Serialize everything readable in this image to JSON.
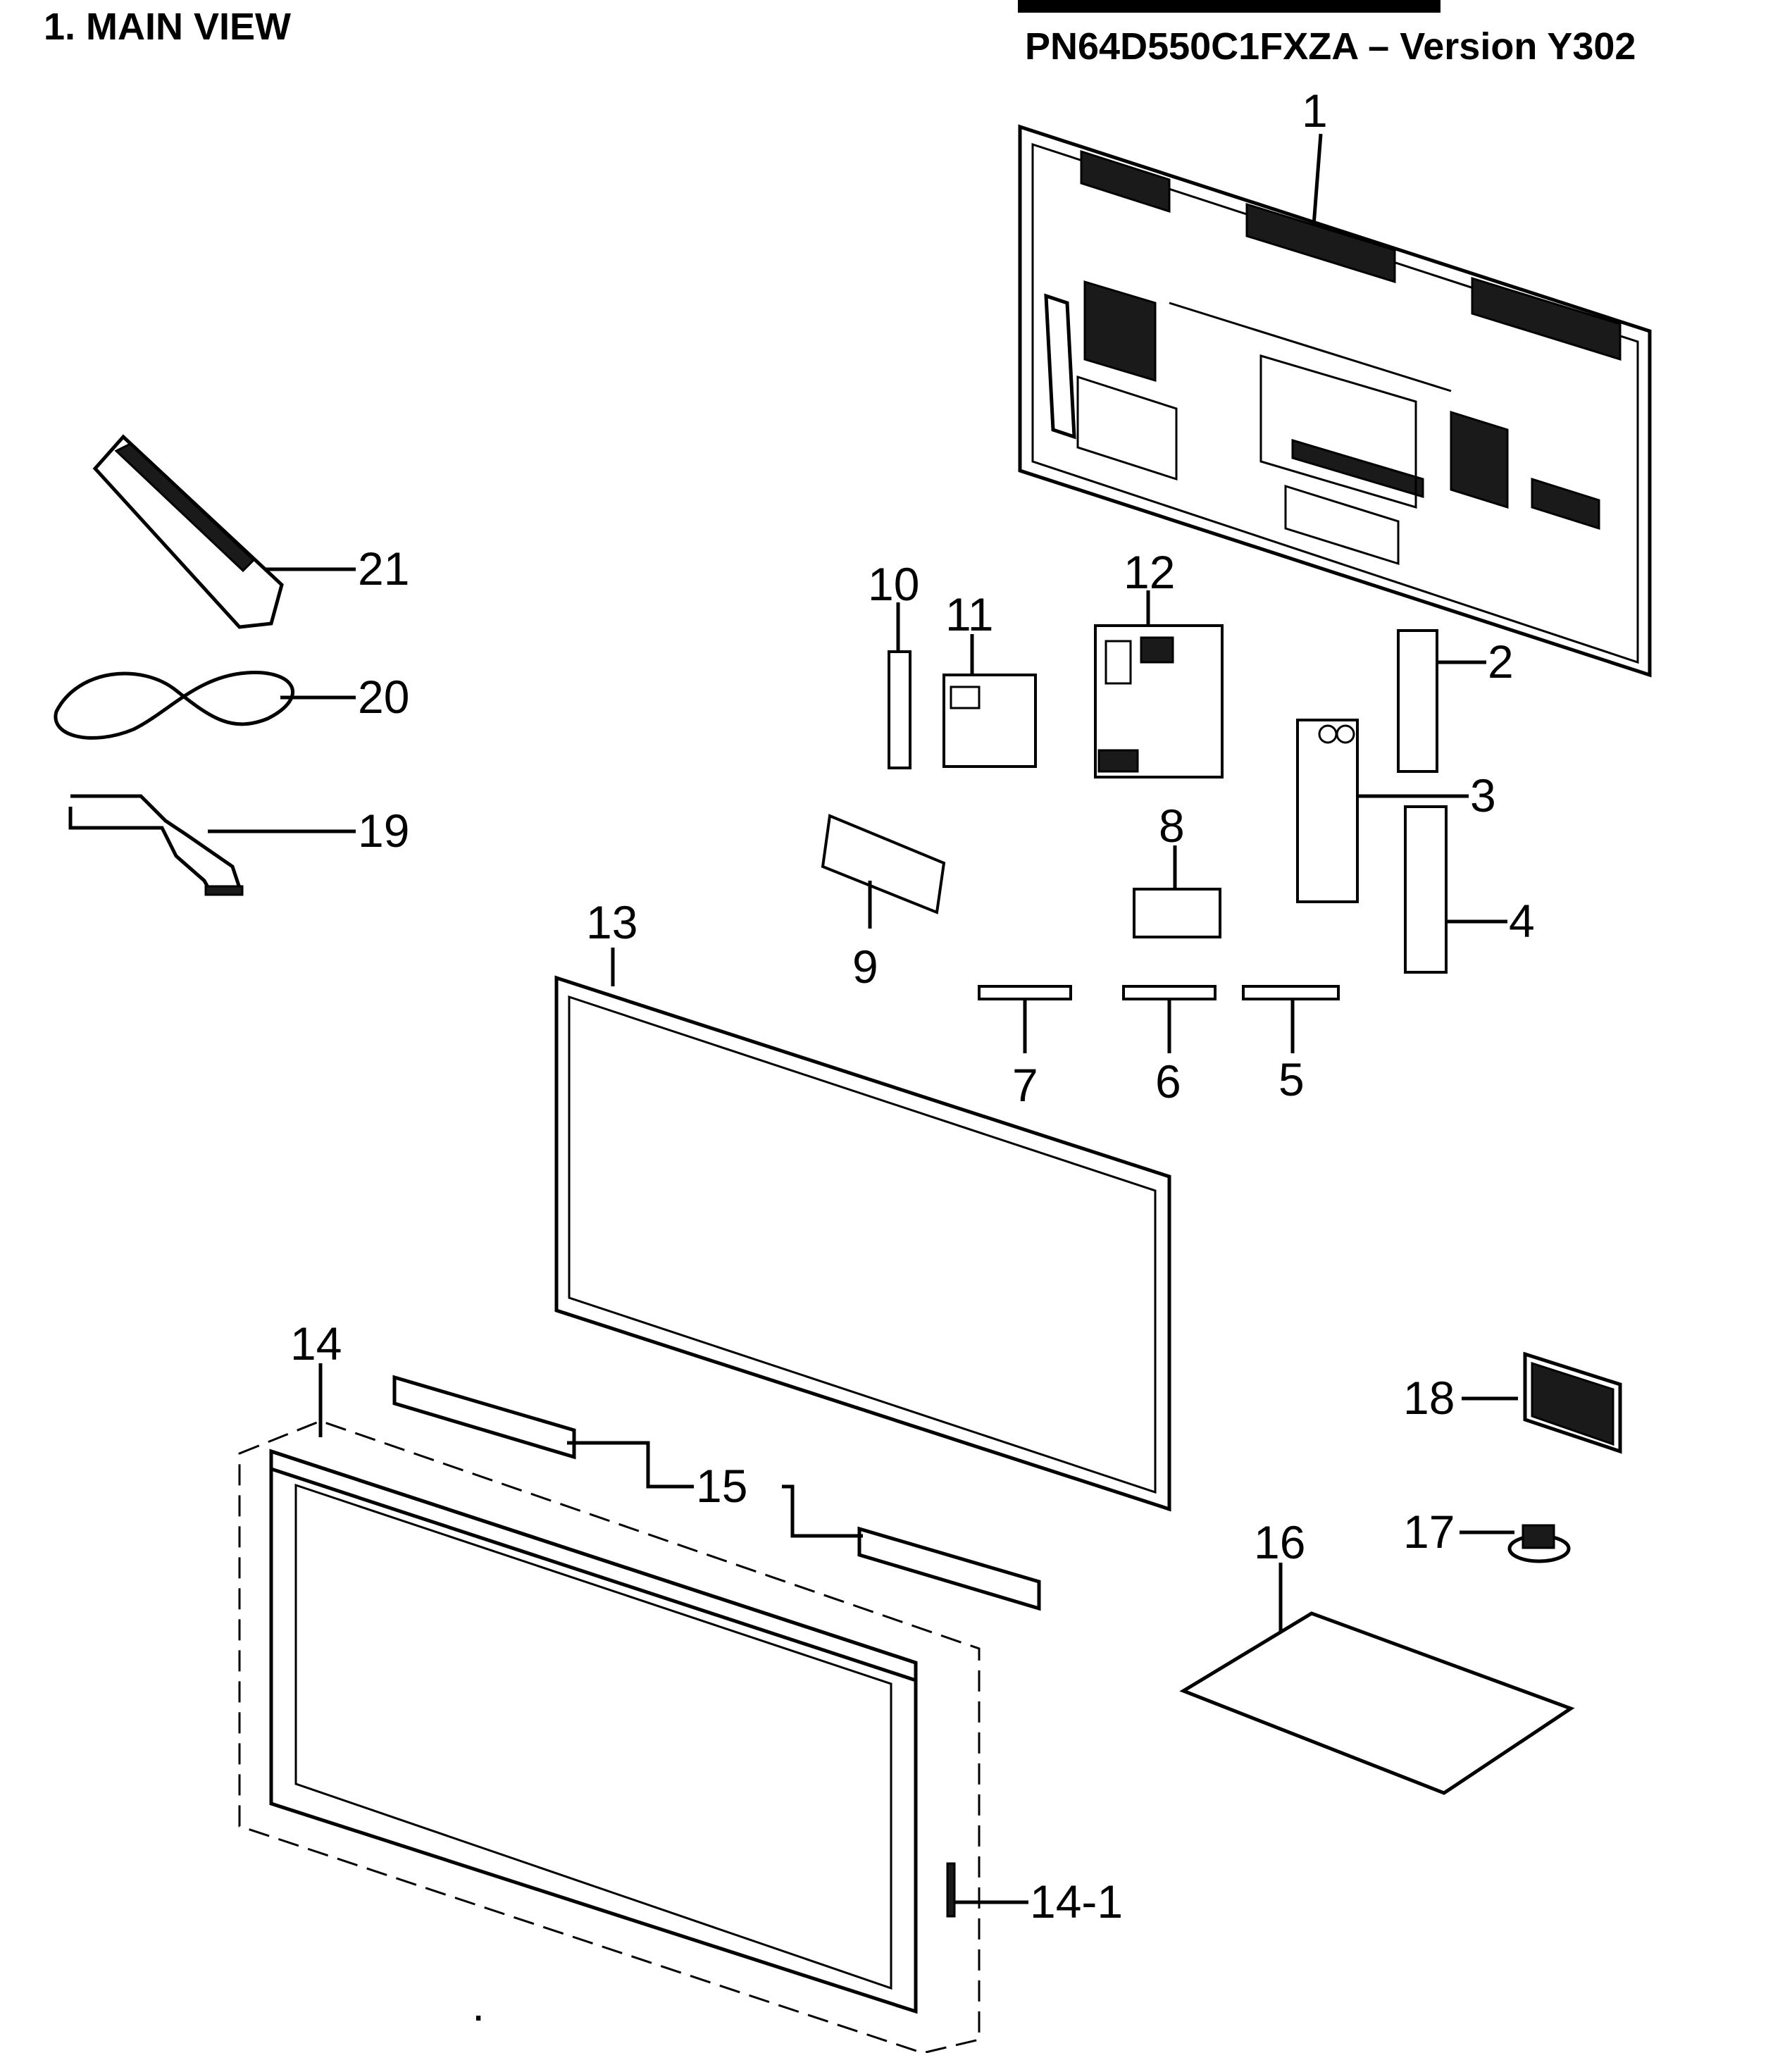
{
  "header": {
    "section_title": "1. MAIN VIEW",
    "model": "PN64D550C1FXZA – Version Y302"
  },
  "callouts": {
    "c1": "1",
    "c2": "2",
    "c3": "3",
    "c4": "4",
    "c5": "5",
    "c6": "6",
    "c7": "7",
    "c8": "8",
    "c9": "9",
    "c10": "10",
    "c11": "11",
    "c12": "12",
    "c13": "13",
    "c14": "14",
    "c14_1": "14-1",
    "c15": "15",
    "c16": "16",
    "c17": "17",
    "c18": "18",
    "c19": "19",
    "c20": "20",
    "c21": "21"
  }
}
